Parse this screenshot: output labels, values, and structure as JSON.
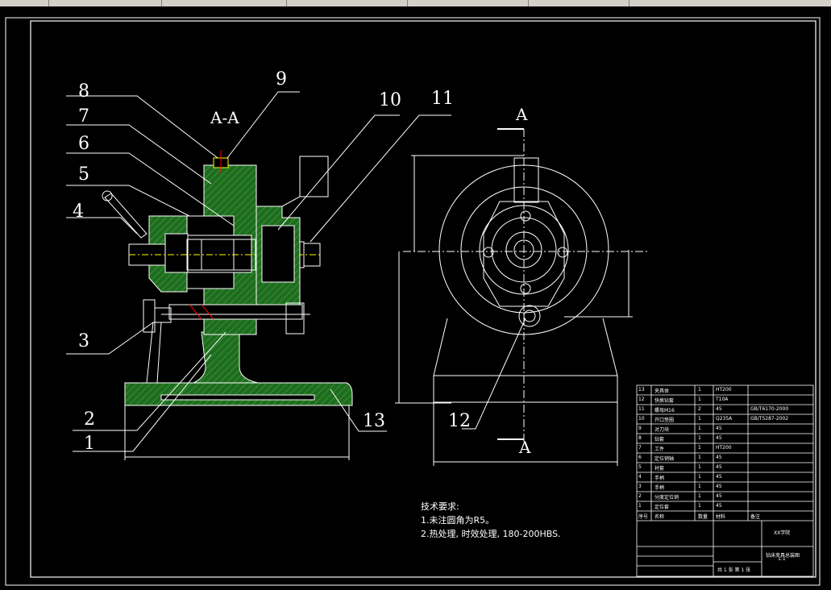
{
  "labels": {
    "n1": "1",
    "n2": "2",
    "n3": "3",
    "n4": "4",
    "n5": "5",
    "n6": "6",
    "n7": "7",
    "n8": "8",
    "n9": "9",
    "n10": "10",
    "n11": "11",
    "n12": "12",
    "n13": "13",
    "section": "A-A",
    "cut_top": "A",
    "cut_bottom": "A"
  },
  "tech_notes": {
    "title": "技术要求:",
    "line1": "1.未注圆角为R5。",
    "line2": "2.热处理, 时效处理, 180-200HBS."
  },
  "title_block": {
    "rows": [
      {
        "no": "13",
        "name": "夹具体",
        "qty": "1",
        "mat": "HT200",
        "std": ""
      },
      {
        "no": "12",
        "name": "快换钻套",
        "qty": "1",
        "mat": "T10A",
        "std": ""
      },
      {
        "no": "11",
        "name": "螺母M16",
        "qty": "2",
        "mat": "45",
        "std": "GB/T6170-2000"
      },
      {
        "no": "10",
        "name": "开口垫圈",
        "qty": "1",
        "mat": "Q235A",
        "std": "GB/T5287-2002"
      },
      {
        "no": "9",
        "name": "对刀块",
        "qty": "1",
        "mat": "45",
        "std": ""
      },
      {
        "no": "8",
        "name": "钻套",
        "qty": "1",
        "mat": "45",
        "std": ""
      },
      {
        "no": "7",
        "name": "工件",
        "qty": "1",
        "mat": "HT200",
        "std": ""
      },
      {
        "no": "6",
        "name": "定位销轴",
        "qty": "1",
        "mat": "45",
        "std": ""
      },
      {
        "no": "5",
        "name": "衬套",
        "qty": "1",
        "mat": "45",
        "std": ""
      },
      {
        "no": "4",
        "name": "手柄",
        "qty": "1",
        "mat": "45",
        "std": ""
      },
      {
        "no": "3",
        "name": "手柄",
        "qty": "1",
        "mat": "45",
        "std": ""
      },
      {
        "no": "2",
        "name": "分度定位销",
        "qty": "1",
        "mat": "45",
        "std": ""
      },
      {
        "no": "1",
        "name": "定位套",
        "qty": "1",
        "mat": "45",
        "std": ""
      }
    ],
    "header": {
      "no": "序号",
      "name": "名称",
      "qty": "数量",
      "mat": "材料",
      "std": "备注"
    },
    "school": "XX学院",
    "drawing_name": "钻床夹具总装图",
    "sheet": "共 1 张 第 1 张",
    "scale": "1:1"
  },
  "dims": {
    "bottom_left": "",
    "bottom_right": ""
  }
}
